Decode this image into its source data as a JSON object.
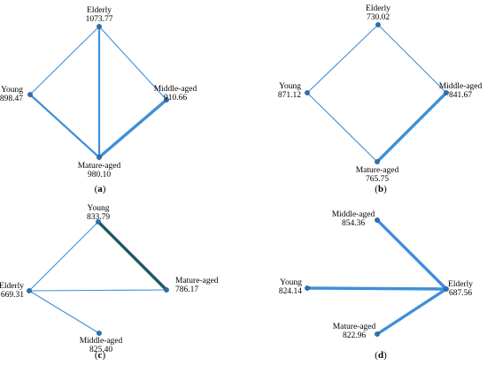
{
  "colors": {
    "edge": "#3f8fd8",
    "edge_dark": "#1b5a5e",
    "node": "#2f6fb6",
    "node_stroke": "#1f4f86"
  },
  "panels": [
    {
      "id": "a",
      "caption": "a",
      "nodes": [
        {
          "id": "elderly",
          "name": "Elderly",
          "value": "1073.77"
        },
        {
          "id": "young",
          "name": "Young",
          "value": "898.47"
        },
        {
          "id": "middle",
          "name": "Middle-aged",
          "value": "910.66"
        },
        {
          "id": "mature",
          "name": "Mature-aged",
          "value": "980.10"
        }
      ],
      "edges": [
        {
          "from": "elderly",
          "to": "young",
          "weight": 1
        },
        {
          "from": "elderly",
          "to": "middle",
          "weight": 1
        },
        {
          "from": "elderly",
          "to": "mature",
          "weight": 2
        },
        {
          "from": "young",
          "to": "mature",
          "weight": 2
        },
        {
          "from": "middle",
          "to": "mature",
          "weight": 3
        }
      ]
    },
    {
      "id": "b",
      "caption": "b",
      "nodes": [
        {
          "id": "elderly",
          "name": "Elderly",
          "value": "730.02"
        },
        {
          "id": "young",
          "name": "Young",
          "value": "871.12"
        },
        {
          "id": "middle",
          "name": "Middle-aged",
          "value": "841.67"
        },
        {
          "id": "mature",
          "name": "Mature-aged",
          "value": "765.75"
        }
      ],
      "edges": [
        {
          "from": "elderly",
          "to": "young",
          "weight": 1
        },
        {
          "from": "elderly",
          "to": "middle",
          "weight": 1
        },
        {
          "from": "young",
          "to": "mature",
          "weight": 1
        },
        {
          "from": "middle",
          "to": "mature",
          "weight": 3
        }
      ]
    },
    {
      "id": "c",
      "caption": "c",
      "nodes": [
        {
          "id": "young",
          "name": "Young",
          "value": "833.79"
        },
        {
          "id": "elderly",
          "name": "Elderly",
          "value": "669.31"
        },
        {
          "id": "mature",
          "name": "Mature-aged",
          "value": "786.17"
        },
        {
          "id": "middle",
          "name": "Middle-aged",
          "value": "825.40"
        }
      ],
      "edges": [
        {
          "from": "young",
          "to": "elderly",
          "weight": 1
        },
        {
          "from": "young",
          "to": "mature",
          "weight": 3,
          "dark": true
        },
        {
          "from": "elderly",
          "to": "mature",
          "weight": 1
        },
        {
          "from": "elderly",
          "to": "middle",
          "weight": 1
        }
      ]
    },
    {
      "id": "d",
      "caption": "d",
      "nodes": [
        {
          "id": "middle",
          "name": "Middle-aged",
          "value": "854.36"
        },
        {
          "id": "young",
          "name": "Young",
          "value": "824.14"
        },
        {
          "id": "elderly",
          "name": "Elderly",
          "value": "687.56"
        },
        {
          "id": "mature",
          "name": "Mature-aged",
          "value": "822.96"
        }
      ],
      "edges": [
        {
          "from": "middle",
          "to": "elderly",
          "weight": 3
        },
        {
          "from": "young",
          "to": "elderly",
          "weight": 3
        },
        {
          "from": "mature",
          "to": "elderly",
          "weight": 3
        }
      ]
    }
  ]
}
